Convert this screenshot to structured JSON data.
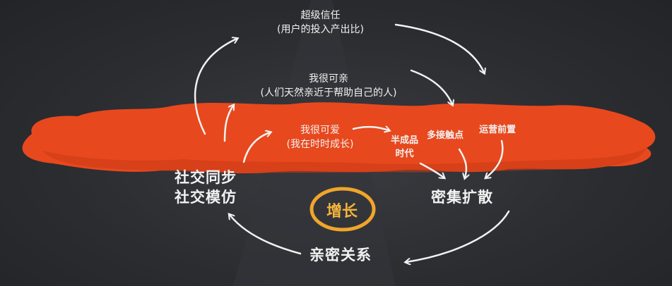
{
  "colors": {
    "background": "#2b2d31",
    "cloud": "#e8481d",
    "text": "#f2f2f2",
    "center_ring": "#f0a52b"
  },
  "labels": {
    "super_trust": "超级信任",
    "super_trust_sub": "(用户的投入产出比)",
    "close_to_me": "我很可亲",
    "close_to_me_sub": "(人们天然亲近于帮助自己的人)",
    "lovely": "我很可爱",
    "lovely_sub": "(我在时时成长)",
    "semi_finished_1": "半成品",
    "semi_finished_2": "时代",
    "multi_touch": "多接触点",
    "ops_front": "运营前置",
    "social_sync": "社交同步",
    "social_mimic": "社交模仿",
    "dense_spread": "密集扩散",
    "intimate": "亲密关系",
    "growth": "增长"
  }
}
